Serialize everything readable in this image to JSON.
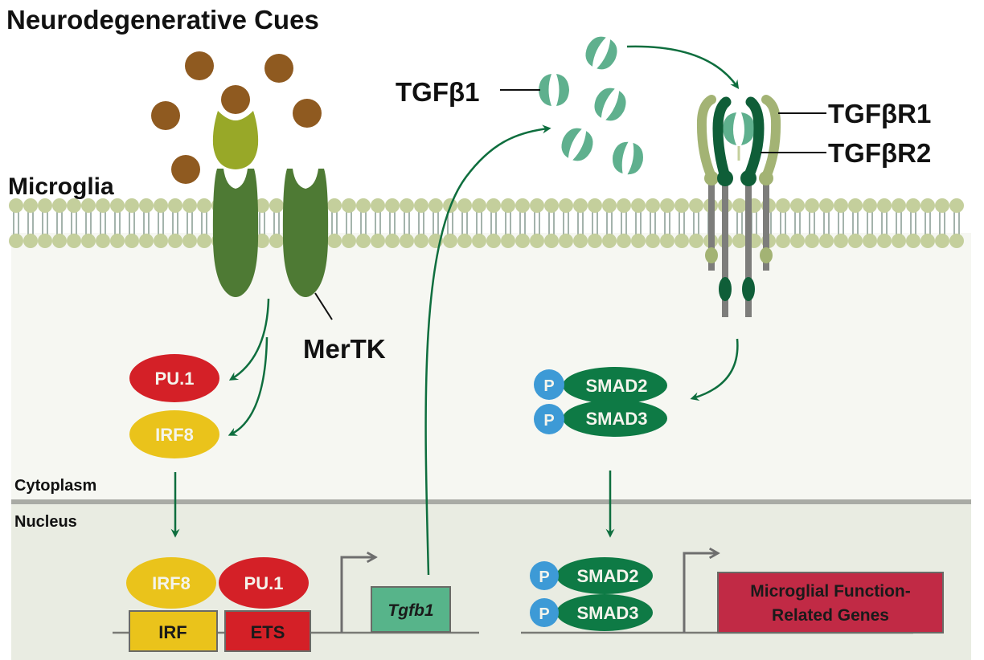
{
  "title": "Neurodegenerative Cues",
  "cell_label": "Microglia",
  "compartments": {
    "cytoplasm": "Cytoplasm",
    "nucleus": "Nucleus"
  },
  "receptors": {
    "mertk": "MerTK",
    "tgfbr1": "TGFβR1",
    "tgfbr2": "TGFβR2"
  },
  "ligand": {
    "tgfb1": "TGFβ1"
  },
  "cytoplasmic_factors": {
    "pu1": "PU.1",
    "irf8": "IRF8"
  },
  "smad_complex": {
    "phospho": "P",
    "smad2": "SMAD2",
    "smad3": "SMAD3"
  },
  "nuclear_left": {
    "irf8": "IRF8",
    "pu1": "PU.1",
    "irf_site": "IRF",
    "ets_site": "ETS",
    "gene": "Tgfb1"
  },
  "nuclear_right": {
    "phospho": "P",
    "smad2": "SMAD2",
    "smad3": "SMAD3",
    "gene_line1": "Microglial Function-",
    "gene_line2": "Related Genes"
  },
  "colors": {
    "cue_brown": "#8f5a20",
    "bridging_olive": "#98a828",
    "mertk_green": "#4e7a34",
    "tgfb_teal": "#5fb08e",
    "receptor_dark": "#0f5e38",
    "receptor_light": "#a3b374",
    "membrane_head": "#c4cf9c",
    "pu1_red": "#d42027",
    "irf8_yellow": "#eac31b",
    "smad_green": "#0e7a45",
    "phospho_blue": "#3d9ad6",
    "gene_teal": "#57b48a",
    "gene_crimson": "#c12a45",
    "arrow_green": "#0e6e3e"
  }
}
